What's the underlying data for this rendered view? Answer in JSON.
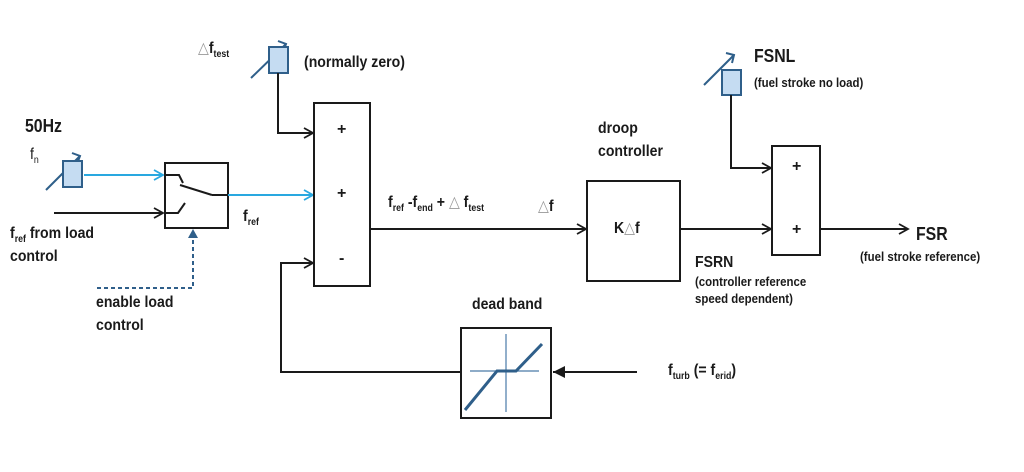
{
  "colors": {
    "line": "#1a1a1a",
    "signal_blue": "#29a8e0",
    "slider_fill": "#c5dcf2",
    "slider_stroke": "#2f5f8a",
    "deadband_curve": "#2f5f8a",
    "dashed_control": "#2f5f8a"
  },
  "inputs": {
    "nominal_freq": {
      "title": "50Hz",
      "symbol": "f",
      "subscript": "n"
    },
    "fref_load": {
      "symbol": "f",
      "subscript": "ref",
      "text_line1": "from load",
      "text_line2": "control"
    },
    "enable_load": {
      "line1": "enable load",
      "line2": "control"
    },
    "delta_ftest": {
      "delta": "△",
      "symbol": "f",
      "subscript": "test",
      "note": "(normally zero)"
    },
    "fturb": {
      "symbol": "f",
      "subscript": "turb",
      "paren_open": "(= f",
      "paren_sub": "erid",
      "paren_close": ")"
    },
    "fsnl": {
      "title": "FSNL",
      "note": "(fuel stroke no load)"
    }
  },
  "switch": {
    "output_symbol": "f",
    "output_subscript": "ref"
  },
  "summer1": {
    "signs": [
      "+",
      "+",
      "-"
    ],
    "output_expr": {
      "f1": "f",
      "s1": "ref",
      "op1": " -f",
      "s2": "end",
      "op2": " + ",
      "delta": "△",
      "f3": " f",
      "s3": "test"
    }
  },
  "droop": {
    "title_line1": "droop",
    "title_line2": "controller",
    "input_delta": "△",
    "input_symbol": "f",
    "block_k": "K",
    "block_delta": "△",
    "block_f": "f"
  },
  "fsrn": {
    "title": "FSRN",
    "line1": "(controller reference",
    "line2": "speed dependent)"
  },
  "summer2": {
    "signs": [
      "+",
      "+"
    ]
  },
  "output": {
    "title": "FSR",
    "note": "(fuel stroke reference)"
  },
  "deadband": {
    "title": "dead band"
  }
}
